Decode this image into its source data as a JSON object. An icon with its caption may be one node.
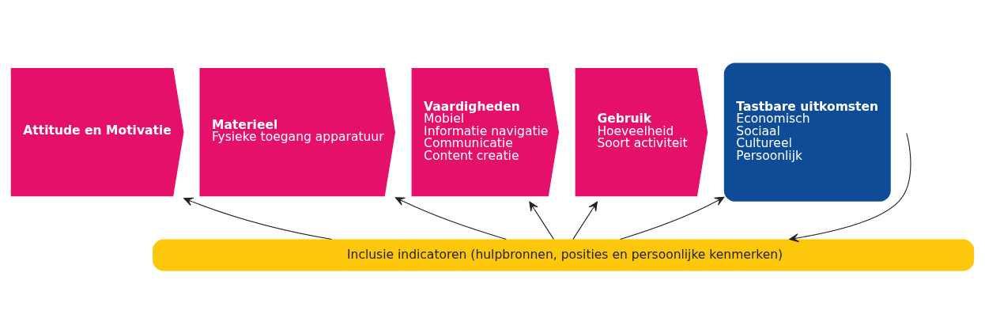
{
  "diagram": {
    "nodes": [
      {
        "text": [
          "Attitude en Motivatie"
        ]
      },
      {
        "text": [
          "Materieel",
          "Fysieke toegang apparatuur"
        ]
      },
      {
        "text": [
          "Vaardigheden",
          "Mobiel",
          "Informatie navigatie",
          "Communicatie",
          "Content creatie"
        ]
      },
      {
        "text": [
          "Gebruik",
          "Hoeveelheid",
          "Soort activiteit"
        ]
      },
      {
        "text": [
          "Tastbare uitkomsten",
          "Economisch",
          "Sociaal",
          "Cultureel",
          "Persoonlijk"
        ]
      },
      {
        "text": [
          "Inclusie indicatoren (hulpbronnen, posities en persoonlijke kenmerken)"
        ]
      }
    ],
    "edges": [
      {
        "from": 5,
        "to": 0,
        "arrow": "to"
      },
      {
        "from": 5,
        "to": 1,
        "arrow": "to"
      },
      {
        "from": 5,
        "to": 2,
        "arrow": "to"
      },
      {
        "from": 5,
        "to": 3,
        "arrow": "to"
      },
      {
        "from": 5,
        "to": 4,
        "arrow": "to"
      },
      {
        "from": null,
        "to": 5,
        "arrow": "to"
      }
    ]
  }
}
